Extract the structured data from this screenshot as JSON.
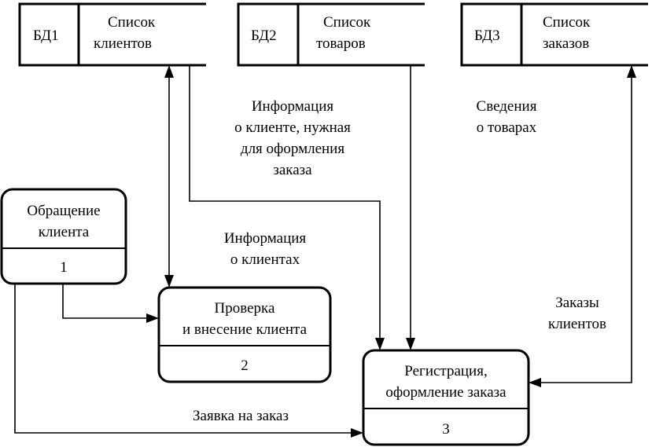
{
  "datastores": [
    {
      "id": "БД1",
      "name_line1": "Список",
      "name_line2": "клиентов"
    },
    {
      "id": "БД2",
      "name_line1": "Список",
      "name_line2": "товаров"
    },
    {
      "id": "БД3",
      "name_line1": "Список",
      "name_line2": "заказов"
    }
  ],
  "processes": [
    {
      "line1": "Обращение",
      "line2": "клиента",
      "number": "1"
    },
    {
      "line1": "Проверка",
      "line2": "и внесение клиента",
      "number": "2"
    },
    {
      "line1": "Регистрация,",
      "line2": "оформление заказа",
      "number": "3"
    }
  ],
  "flows": {
    "client_info_needed": [
      "Информация",
      "о клиенте, нужная",
      "для оформления",
      "заказа"
    ],
    "clients_info": [
      "Информация",
      "о клиентах"
    ],
    "goods_info": [
      "Сведения",
      "о товарах"
    ],
    "client_orders": [
      "Заказы",
      "клиентов"
    ],
    "order_request": "Заявка на заказ"
  }
}
